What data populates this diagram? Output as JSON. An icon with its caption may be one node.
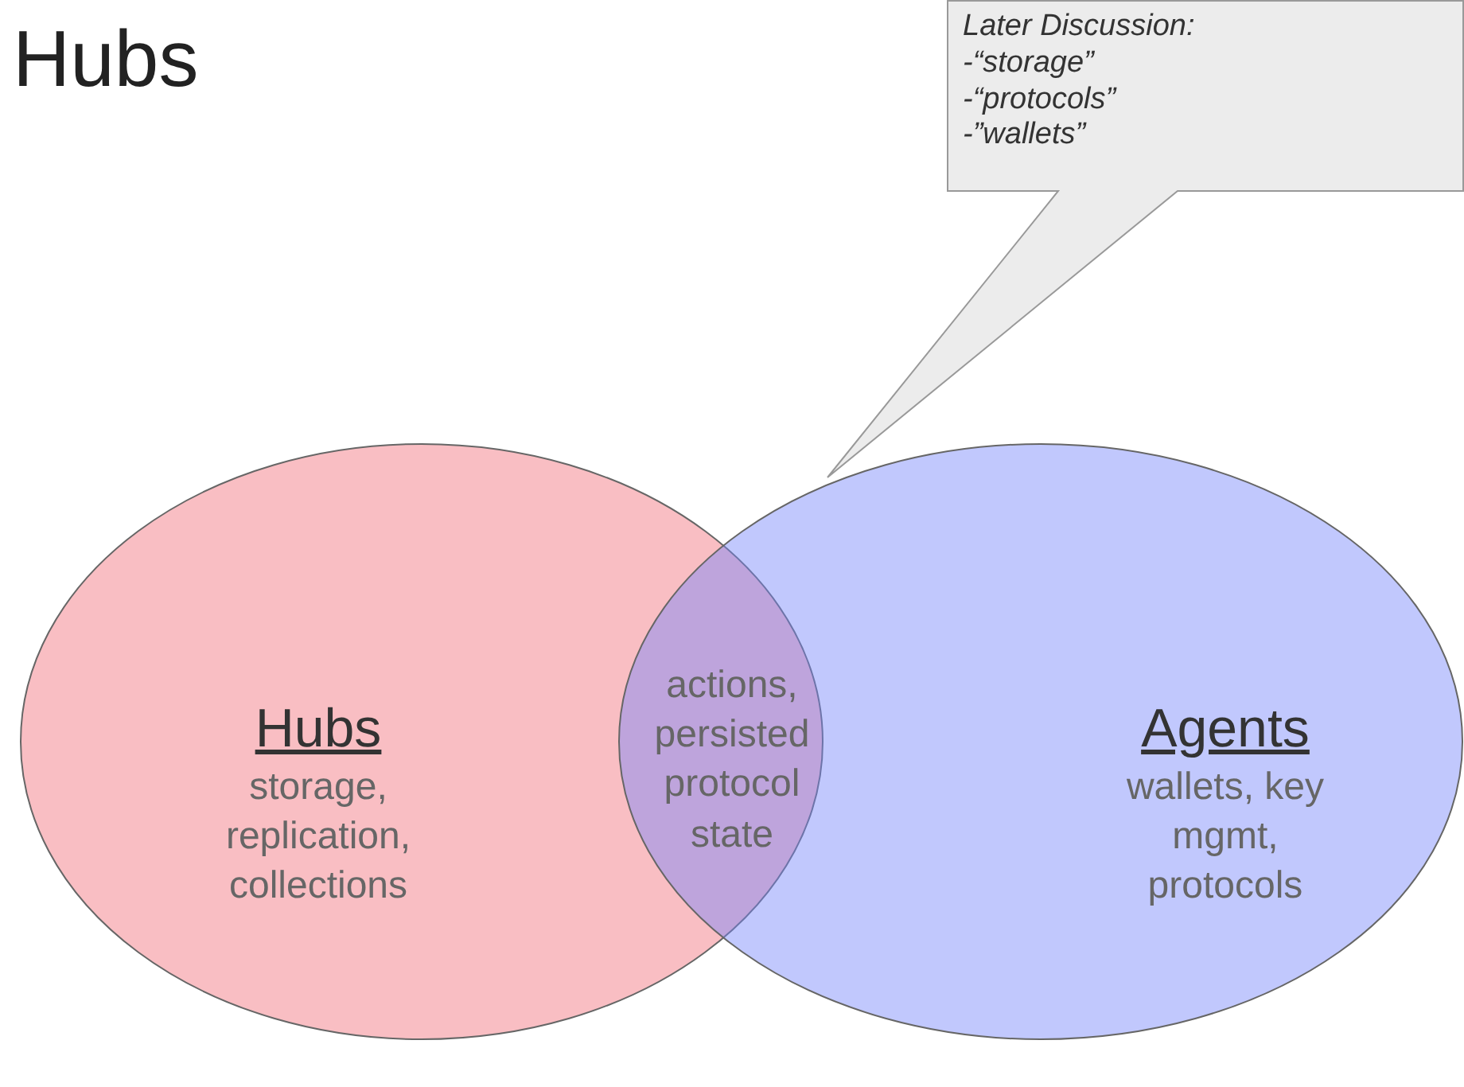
{
  "diagram": {
    "title": "Hubs",
    "nodes": [
      {
        "text": [
          "Hubs",
          "storage, replication, collections"
        ]
      },
      {
        "text": [
          "Agents",
          "wallets, key mgmt, protocols"
        ]
      },
      {
        "text": [
          "Later Discussion: -“storage” -“protocols” -”wallets”"
        ]
      }
    ],
    "edges": [],
    "labels": [
      "actions, persisted protocol state"
    ]
  }
}
